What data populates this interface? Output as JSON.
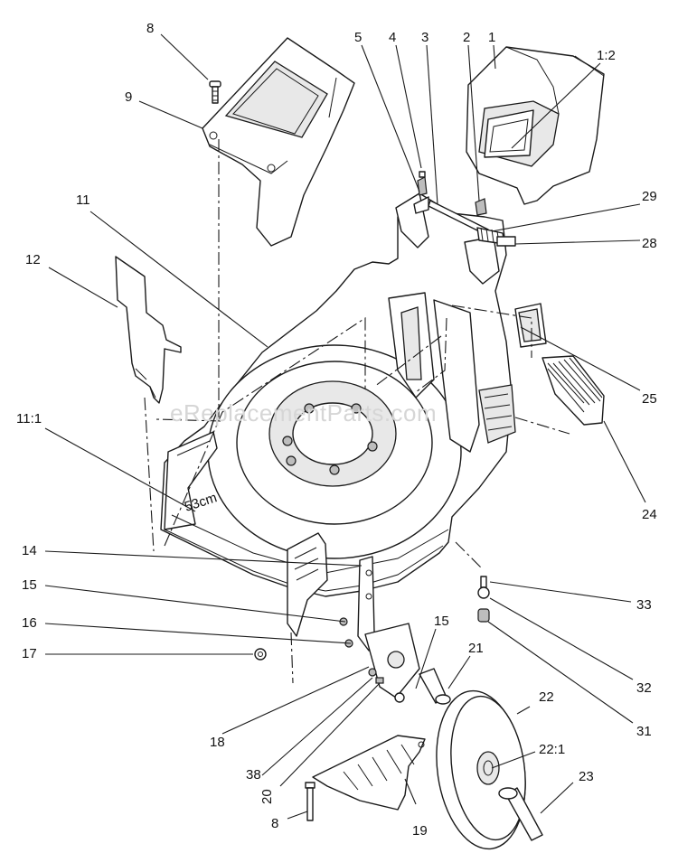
{
  "watermark": "eReplacementParts.com",
  "deck_marking": "53cm",
  "callouts": [
    "8",
    "9",
    "5",
    "4",
    "3",
    "2",
    "1",
    "1:2",
    "29",
    "28",
    "11",
    "12",
    "25",
    "24",
    "11:1",
    "14",
    "15",
    "16",
    "17",
    "33",
    "32",
    "31",
    "15",
    "21",
    "22",
    "22:1",
    "18",
    "38",
    "20",
    "23",
    "8",
    "19"
  ]
}
